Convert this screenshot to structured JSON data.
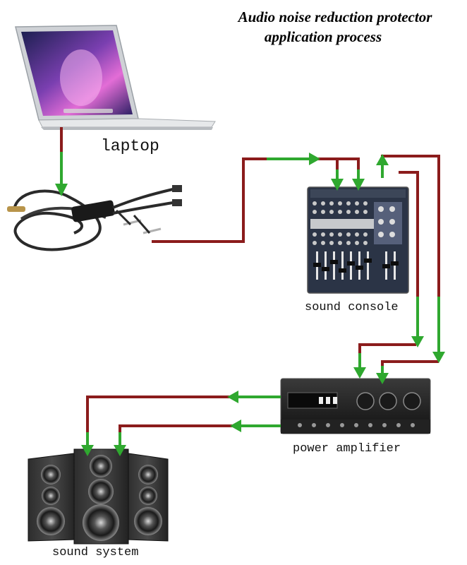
{
  "title": {
    "line1": "Audio noise reduction protector",
    "line2": "application process"
  },
  "labels": {
    "laptop": "laptop",
    "sound_console": "sound console",
    "power_amplifier": "power amplifier",
    "sound_system": "sound system"
  },
  "colors": {
    "signal_line": "#8b1c1c",
    "arrow": "#2fa82f"
  }
}
